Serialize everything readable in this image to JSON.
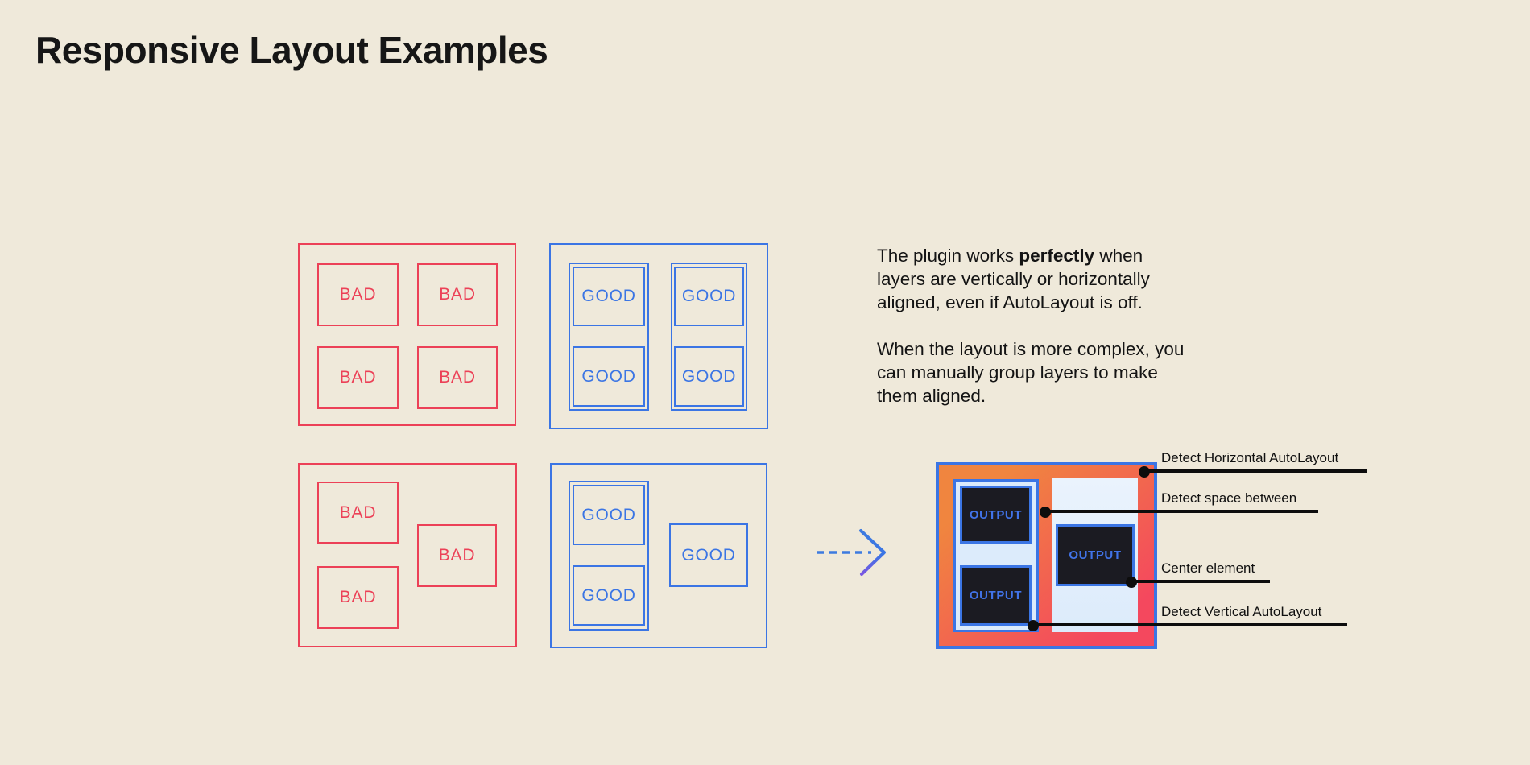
{
  "title": "Responsive Layout Examples",
  "labels": {
    "bad": "BAD",
    "good": "GOOD",
    "output": "OUTPUT"
  },
  "description": {
    "p1_before": "The plugin works ",
    "p1_bold": "perfectly",
    "p1_after": " when\nlayers are vertically or horizontally\naligned, even if AutoLayout is off.",
    "p2": "When the layout is more complex, you\ncan manually group layers to make\nthem aligned."
  },
  "callouts": [
    {
      "label": "Detect Horizontal AutoLayout"
    },
    {
      "label": "Detect space between"
    },
    {
      "label": "Center element"
    },
    {
      "label": "Detect Vertical AutoLayout"
    }
  ],
  "colors": {
    "bg": "#EFE9DA",
    "red": "#EC4157",
    "blue": "#3B75E4",
    "text": "#141414",
    "line": "#0D0D0D",
    "orange": "#F0853F",
    "pink": "#F4485E",
    "light-blue": "#DCEBFB",
    "light-blue-top": "#EAF3FD",
    "dark": "#1B1B22",
    "output-text": "#4173E8",
    "arrow": "#3D7BE0",
    "arrow-end": "#7A57E2"
  }
}
